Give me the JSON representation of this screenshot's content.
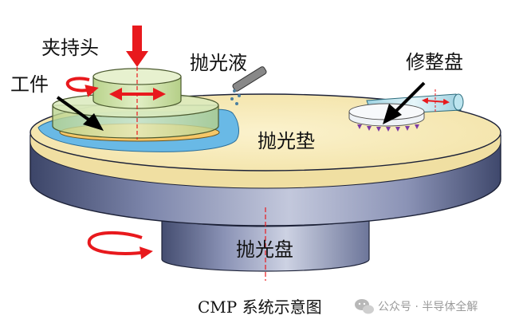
{
  "labels": {
    "carrier_head": "夹持头",
    "workpiece": "工件",
    "slurry": "抛光液",
    "conditioner": "修整盘",
    "pad": "抛光垫",
    "platen": "抛光盘"
  },
  "caption": "CMP 系统示意图",
  "watermark": {
    "text": "公众号 · 半导体全解",
    "icon": "wechat-icon"
  },
  "colors": {
    "pad": "#f8ecbb",
    "platen_side_dark": "#3c4568",
    "platen_side_light": "#b9bfd8",
    "head": "#d2e5ae",
    "slurry": "#69b9e6",
    "arrow": "#e8191d",
    "conditioner": "#c9e8ef"
  }
}
